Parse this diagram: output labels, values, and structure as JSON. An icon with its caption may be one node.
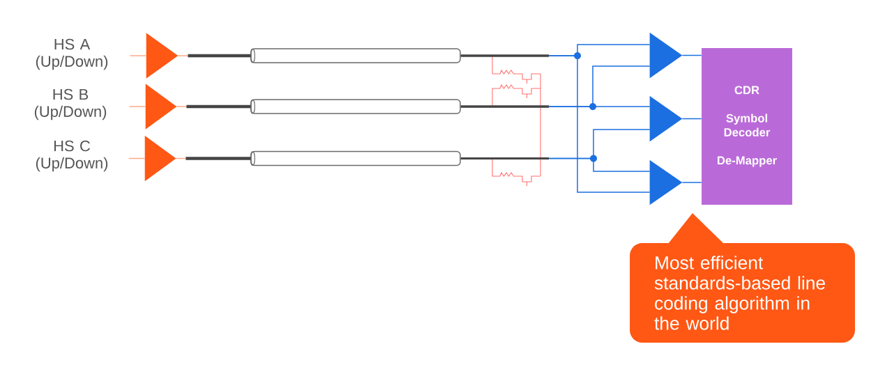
{
  "diagram": {
    "nodes": [
      {
        "text": [],
        "shape": "triangle",
        "beside": [
          "HS A (Up/Down)"
        ]
      },
      {
        "text": [],
        "shape": "triangle",
        "beside": [
          "HS B (Up/Down)"
        ]
      },
      {
        "text": [],
        "shape": "triangle",
        "beside": [
          "HS C (Up/Down)"
        ]
      },
      {
        "text": [],
        "shape": "cylinder"
      },
      {
        "text": [],
        "shape": "cylinder"
      },
      {
        "text": [],
        "shape": "cylinder"
      },
      {
        "text": [],
        "shape": "triangle"
      },
      {
        "text": [],
        "shape": "triangle"
      },
      {
        "text": [],
        "shape": "triangle"
      },
      {
        "text": [
          "CDR",
          "Symbol Decoder",
          "De-Mapper"
        ]
      },
      {
        "text": [
          "Most efficient standards-based line coding algorithm in the world"
        ]
      }
    ],
    "edges": [
      {
        "from": null,
        "to": 0,
        "arrow": "none",
        "color": "#ffa88a"
      },
      {
        "from": null,
        "to": 1,
        "arrow": "none",
        "color": "#ffa88a"
      },
      {
        "from": null,
        "to": 2,
        "arrow": "none",
        "color": "#ffa88a"
      },
      {
        "from": 0,
        "to": 3,
        "arrow": "none",
        "style": "thick",
        "color": "#454545"
      },
      {
        "from": 1,
        "to": 4,
        "arrow": "none",
        "style": "thick",
        "color": "#454545"
      },
      {
        "from": 2,
        "to": 5,
        "arrow": "none",
        "style": "thick",
        "color": "#454545"
      },
      {
        "from": 3,
        "to": 6,
        "arrow": "none"
      },
      {
        "from": 4,
        "to": 6,
        "arrow": "none"
      },
      {
        "from": 4,
        "to": 7,
        "arrow": "none"
      },
      {
        "from": 5,
        "to": 7,
        "arrow": "none"
      },
      {
        "from": 5,
        "to": 8,
        "arrow": "none"
      },
      {
        "from": 3,
        "to": 8,
        "arrow": "none"
      },
      {
        "from": 6,
        "to": 9,
        "arrow": "none"
      },
      {
        "from": 7,
        "to": 9,
        "arrow": "none"
      },
      {
        "from": 8,
        "to": 9,
        "arrow": "none"
      }
    ]
  }
}
